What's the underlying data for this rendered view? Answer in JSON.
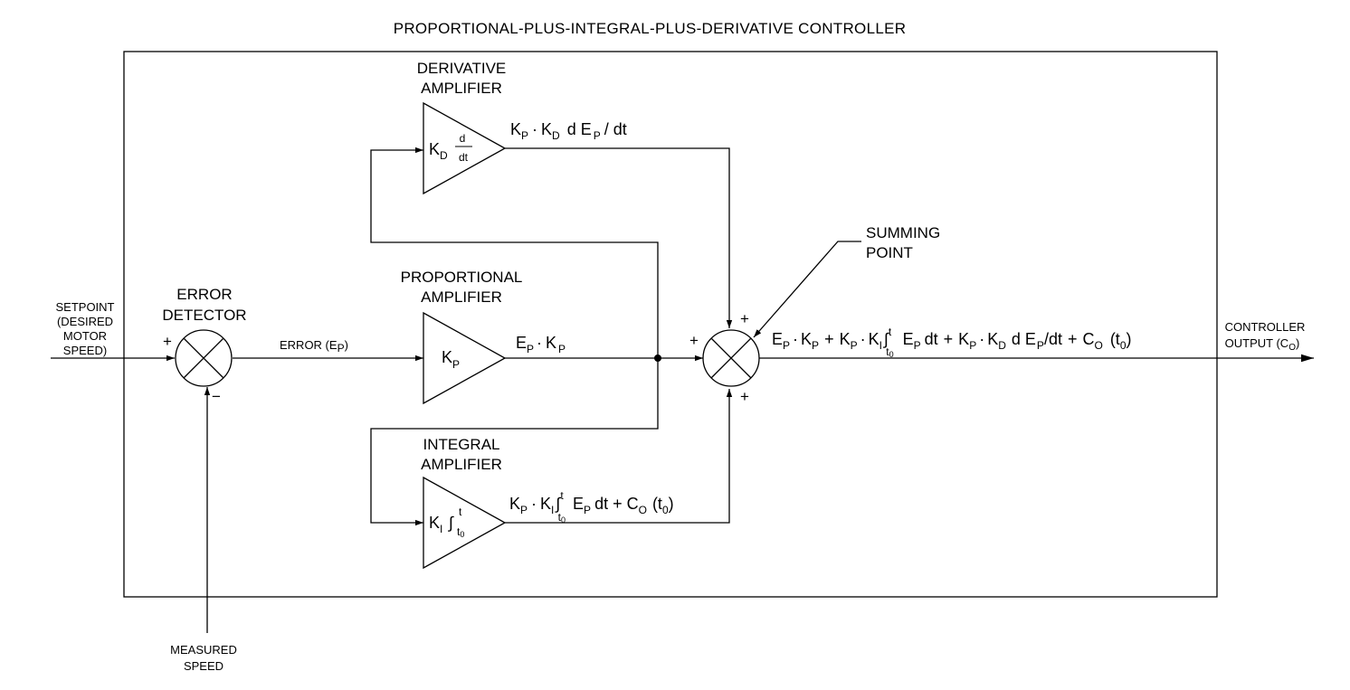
{
  "title": "PROPORTIONAL-PLUS-INTEGRAL-PLUS-DERIVATIVE CONTROLLER",
  "setpoint": {
    "lines": [
      "SETPOINT",
      "(DESIRED",
      "MOTOR",
      "SPEED)"
    ]
  },
  "measured_speed": {
    "lines": [
      "MEASURED",
      "SPEED"
    ]
  },
  "error_detector": {
    "lines": [
      "ERROR",
      "DETECTOR"
    ],
    "plus": "+",
    "minus": "−"
  },
  "error_signal": {
    "label": "ERROR (E",
    "sub": "P",
    "close": ")"
  },
  "derivative_amplifier": {
    "lines": [
      "DERIVATIVE",
      "AMPLIFIER"
    ],
    "gain": "K",
    "gain_sub": "D",
    "d_num": "d",
    "d_den": "dt",
    "output": {
      "k": "K",
      "kp_sub": "P",
      "dot": "·",
      "kd_sub": "D",
      "d": "d E",
      "ep_sub": "P",
      "tail": "/ dt"
    }
  },
  "proportional_amplifier": {
    "lines": [
      "PROPORTIONAL",
      "AMPLIFIER"
    ],
    "gain": "K",
    "gain_sub": "P",
    "output": {
      "e": "E",
      "ep_sub": "P",
      "dot": "·",
      "k": "K",
      "kp_sub": "P"
    }
  },
  "integral_amplifier": {
    "lines": [
      "INTEGRAL",
      "AMPLIFIER"
    ],
    "gain": "K",
    "gain_sub": "I",
    "integral": "∫",
    "upper": "t",
    "lower": "t",
    "lower_sub": "0",
    "output": {
      "k": "K",
      "kp_sub": "P",
      "dot": "·",
      "ki_sub": "I",
      "integral": "∫",
      "upper": "t",
      "lower": "t",
      "lower_sub": "0",
      "body": "E",
      "ep_sub": "P",
      "dt": "dt + C",
      "co_sub": "O",
      "t0": "(t",
      "t0_sub": "0",
      "close": ")"
    }
  },
  "summing_point": {
    "lines": [
      "SUMMING",
      "POINT"
    ],
    "plus_top": "+",
    "plus_left": "+",
    "plus_bottom": "+"
  },
  "controller_output": {
    "lines": [
      "CONTROLLER",
      "OUTPUT (C"
    ],
    "sub": "O",
    "close": ")"
  },
  "output_equation": {
    "e": "E",
    "ep_sub": "P",
    "dot": "·",
    "k": "K",
    "kp_sub": "P",
    "plus": "+",
    "ki_sub": "I",
    "integral": "∫",
    "upper": "t",
    "lower": "t",
    "lower_sub": "0",
    "dt": "dt",
    "kd_sub": "D",
    "d": "d E",
    "slash_dt": "/dt",
    "c": "C",
    "co_sub": "O",
    "t0": "(t",
    "t0_sub": "0",
    "close": ")"
  }
}
